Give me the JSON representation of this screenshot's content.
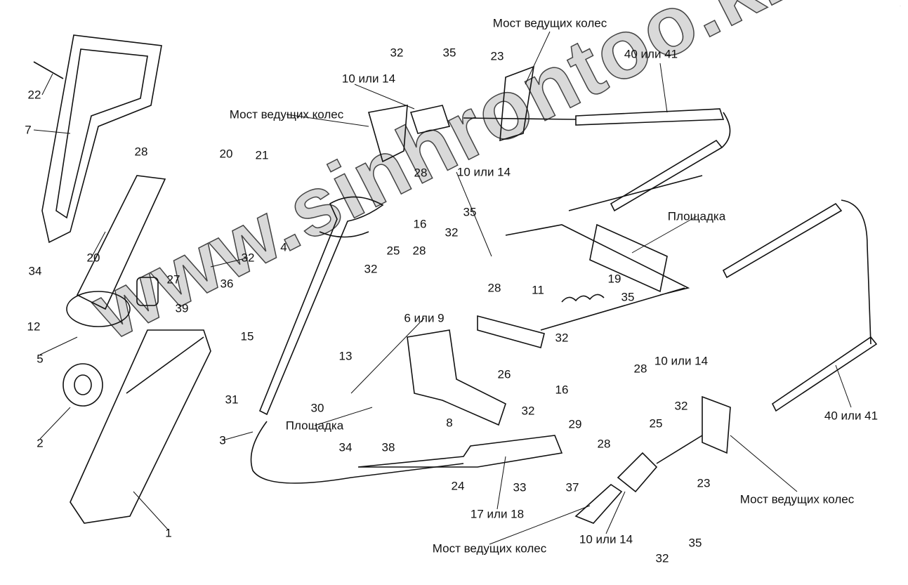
{
  "watermark": "www.sinhrontoo.kz",
  "labels": [
    "Мост ведущих колес",
    "40 или 41",
    "32",
    "35",
    "23",
    "10 или 14",
    "Мост ведущих колес",
    "28",
    "22",
    "7",
    "28",
    "20",
    "21",
    "10 или 14",
    "35",
    "16",
    "32",
    "25",
    "28",
    "Площадка",
    "4",
    "32",
    "20",
    "32",
    "34",
    "27",
    "36",
    "19",
    "28",
    "11",
    "35",
    "12",
    "39",
    "6 или 9",
    "13",
    "15",
    "32",
    "5",
    "26",
    "16",
    "10 или 14",
    "28",
    "31",
    "30",
    "Площадка",
    "32",
    "29",
    "8",
    "25",
    "32",
    "40 или 41",
    "2",
    "3",
    "34",
    "38",
    "28",
    "24",
    "33",
    "37",
    "23",
    "Мост ведущих колес",
    "17 или 18",
    "1",
    "10 или 14",
    "35",
    "Мост ведущих колес",
    "32"
  ]
}
